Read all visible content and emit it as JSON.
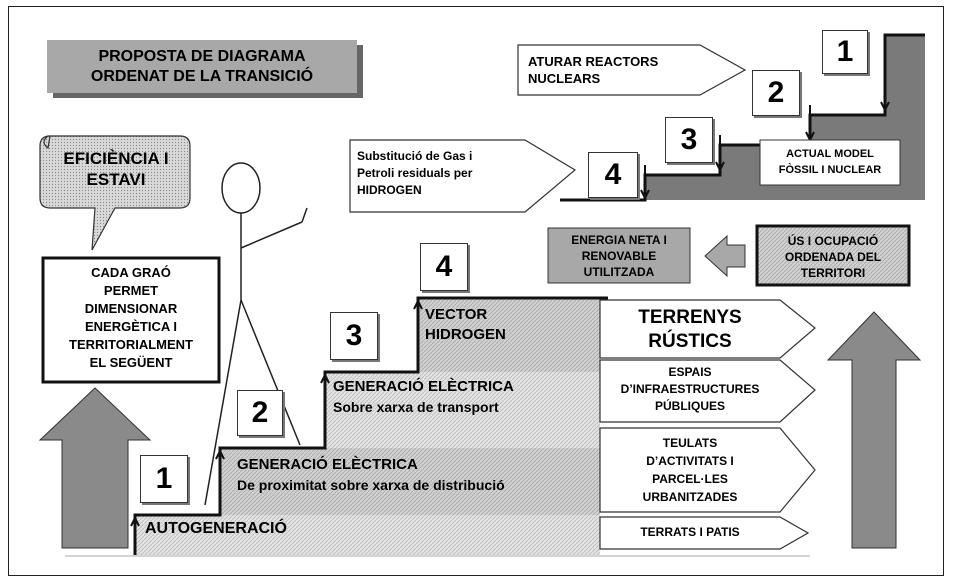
{
  "title": {
    "line1": "PROPOSTA DE DIAGRAMA",
    "line2": "ORDENAT DE LA TRANSICIÓ"
  },
  "speech": {
    "line1": "EFICIÈNCIA I",
    "line2": "ESTAVI"
  },
  "left_box": {
    "lines": [
      "CADA GRAÓ",
      "PERMET",
      "DIMENSIONAR",
      "ENERGÈTICA I",
      "TERRITORIALMENT",
      "EL SEGÜENT"
    ]
  },
  "stairs_down": {
    "aturar": {
      "line1": "ATURAR REACTORS",
      "line2": "NUCLEARS"
    },
    "substitucio": {
      "line1": "Substitució de Gas i",
      "line2": "Petroli residuals per",
      "line3": "HIDROGEN"
    },
    "actual": {
      "line1": "ACTUAL MODEL",
      "line2": "FÒSSIL I NUCLEAR"
    },
    "numbers": [
      "1",
      "2",
      "3",
      "4"
    ]
  },
  "energia_neta": {
    "line1": "ENERGIA NETA I",
    "line2": "RENOVABLE",
    "line3": "UTILITZADA"
  },
  "us_ocupacio": {
    "line1": "ÚS I OCUPACIÓ",
    "line2": "ORDENADA DEL",
    "line3": "TERRITORI"
  },
  "stairs_up": {
    "numbers": [
      "1",
      "2",
      "3",
      "4"
    ],
    "step1": "AUTOGENERACIÓ",
    "step2": {
      "line1": "GENERACIÓ ELÈCTRICA",
      "line2": "De proximitat sobre xarxa de distribució"
    },
    "step3": {
      "line1": "GENERACIÓ ELÈCTRICA",
      "line2": "Sobre xarxa de transport"
    },
    "step4": {
      "line1": "VECTOR",
      "line2": "HIDROGEN"
    }
  },
  "territories": {
    "terrenys": {
      "line1": "TERRENYS",
      "line2": "RÚSTICS"
    },
    "espais": {
      "line1": "ESPAIS",
      "line2": "D’INFRAESTRUCTURES",
      "line3": "PÚBLIQUES"
    },
    "teulats": {
      "line1": "TEULATS",
      "line2": "D’ACTIVITATS  I",
      "line3": "PARCEL·LES",
      "line4": "URBANITZADES"
    },
    "terrats": {
      "line1": "TERRATS I PATIS"
    }
  },
  "colors": {
    "gray_box": "#a8a8a8",
    "dark_stairs": "#7a7a7a",
    "step_fill": "#d4d4d4",
    "arrow_fill": "#8a8a8a"
  }
}
